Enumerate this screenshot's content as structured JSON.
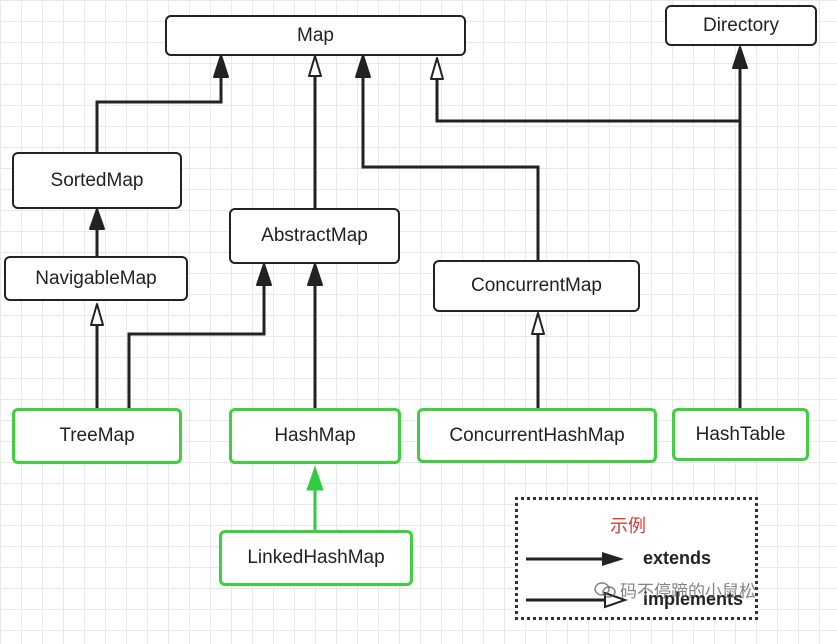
{
  "nodes": {
    "map": "Map",
    "directory": "Directory",
    "sorted_map": "SortedMap",
    "abstract_map": "AbstractMap",
    "navigable_map": "NavigableMap",
    "concurrent_map": "ConcurrentMap",
    "tree_map": "TreeMap",
    "hash_map": "HashMap",
    "concurrent_hash_map": "ConcurrentHashMap",
    "hash_table": "HashTable",
    "linked_hash_map": "LinkedHashMap"
  },
  "legend": {
    "title": "示例",
    "extends": "extends",
    "implements": "implements"
  },
  "watermark": "码不停蹄的小鼠松",
  "colors": {
    "interface_border": "#222222",
    "class_border": "#3fcf3f",
    "legend_title": "#d63a3a",
    "green_arrow": "#2ecc40"
  }
}
